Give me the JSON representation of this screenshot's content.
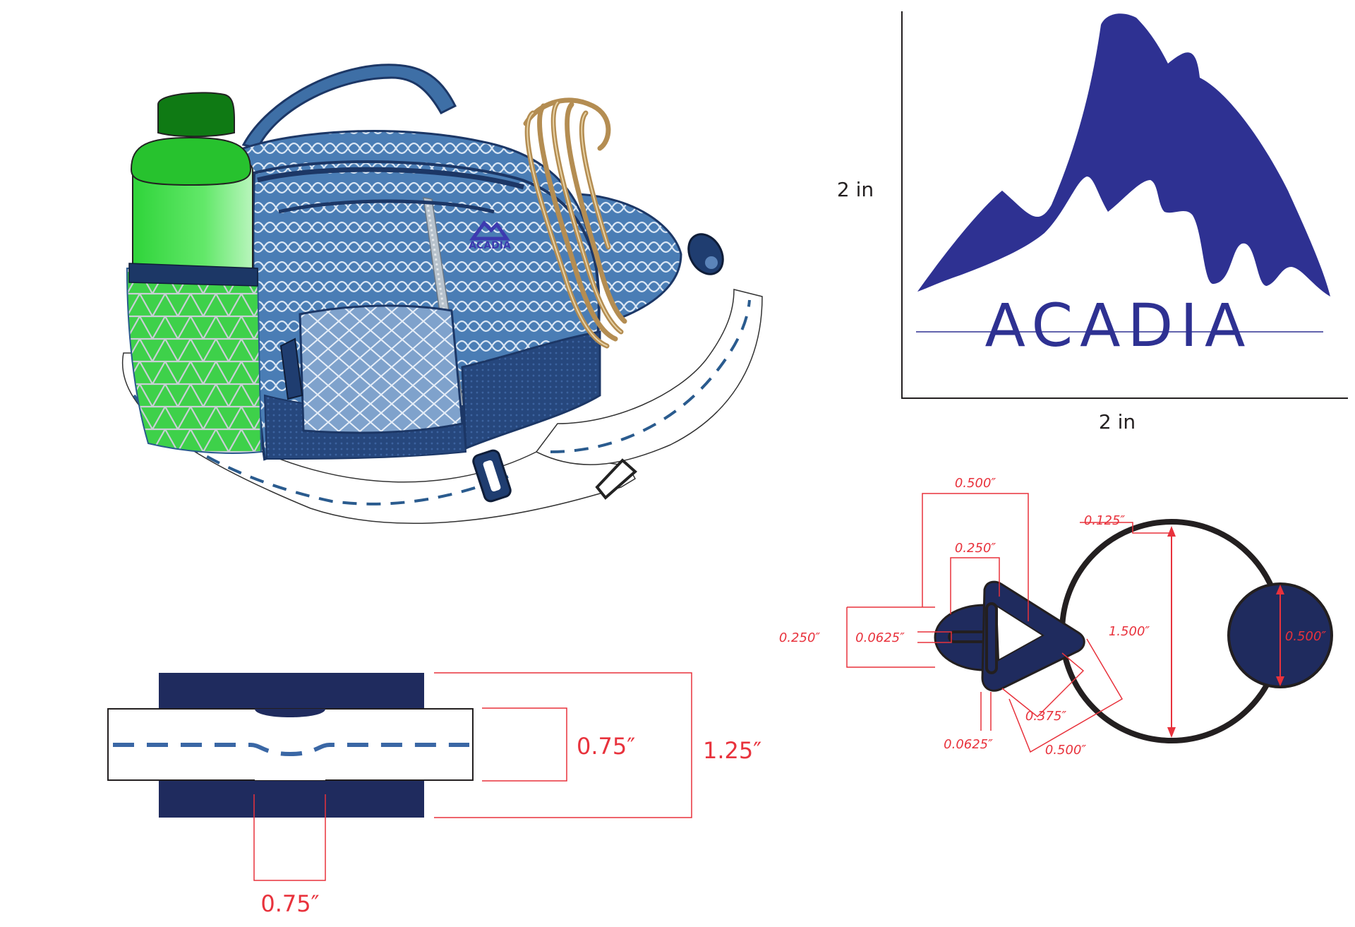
{
  "logo": {
    "wordmark": "ACADIA",
    "height_label": "2 in",
    "width_label": "2 in",
    "color": "#2e3192"
  },
  "bag": {
    "badge_text": "ACADIA",
    "colors": {
      "body": "#3e6fa6",
      "dark": "#1c3766",
      "bottle": "#27c22e",
      "cap": "#0f7a14",
      "rope": "#c9a66b",
      "strap": "#ffffff",
      "stitch": "#2a5b8e"
    }
  },
  "strap_detail": {
    "inner_width_label": "0.75″",
    "outer_width_label": "1.25″",
    "notch_label": "0.75″",
    "colors": {
      "navy": "#1f2b5e",
      "stitch": "#3a67a5",
      "dim": "#e8323c"
    }
  },
  "zipper_detail": {
    "labels": {
      "top_500": "0.500″",
      "top_250": "0.250″",
      "ring_gap_125": "0.125″",
      "left_250": "0.250″",
      "slot_0625": "0.0625″",
      "ring_dia_1500": "1.500″",
      "disc_500": "0.500″",
      "tri_375": "0.375″",
      "bottom_0625": "0.0625″",
      "bottom_500": "0.500″"
    },
    "colors": {
      "navy": "#1f2b5e",
      "ring": "#231f20",
      "dim": "#e8323c"
    }
  }
}
